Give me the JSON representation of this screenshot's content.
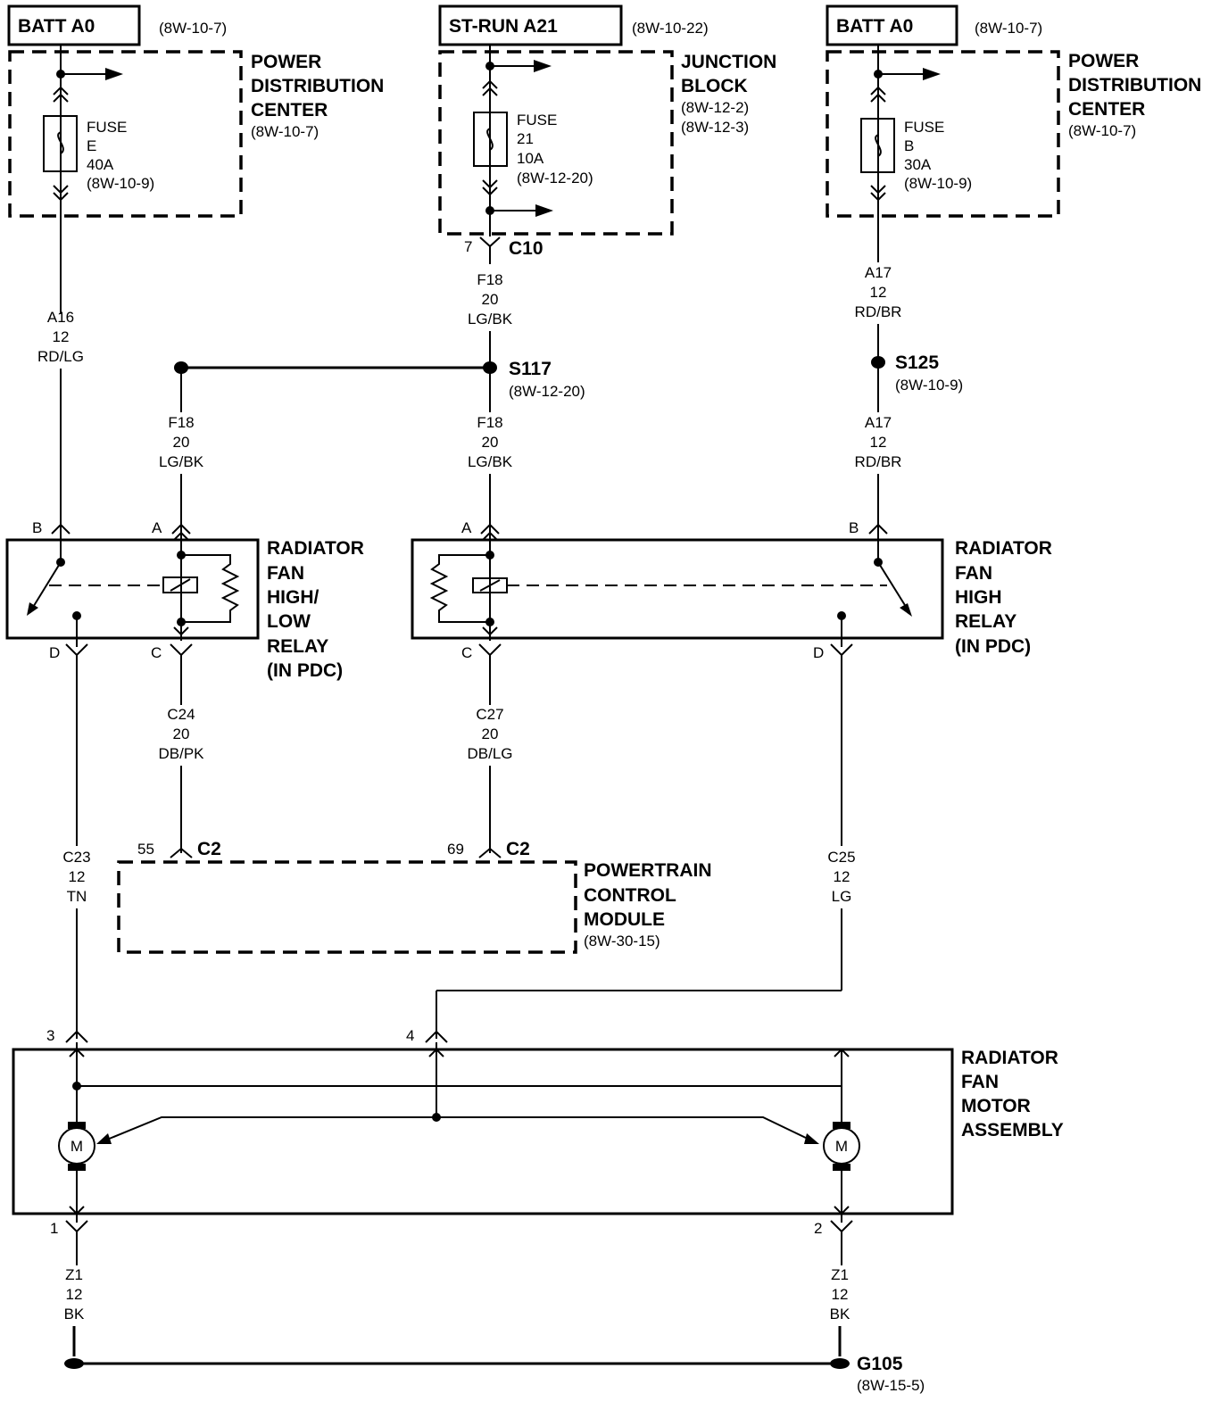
{
  "sources": {
    "left": {
      "label": "BATT A0",
      "ref": "(8W-10-7)"
    },
    "middle": {
      "label": "ST-RUN A21",
      "ref": "(8W-10-22)"
    },
    "right": {
      "label": "BATT A0",
      "ref": "(8W-10-7)"
    }
  },
  "pdc_left": {
    "title": [
      "POWER",
      "DISTRIBUTION",
      "CENTER"
    ],
    "ref": "(8W-10-7)",
    "fuse": [
      "FUSE",
      "E",
      "40A",
      "(8W-10-9)"
    ]
  },
  "junction_block": {
    "title": [
      "JUNCTION",
      "BLOCK"
    ],
    "refs": [
      "(8W-12-2)",
      "(8W-12-3)"
    ],
    "fuse": [
      "FUSE",
      "21",
      "10A",
      "(8W-12-20)"
    ]
  },
  "pdc_right": {
    "title": [
      "POWER",
      "DISTRIBUTION",
      "CENTER"
    ],
    "ref": "(8W-10-7)",
    "fuse": [
      "FUSE",
      "B",
      "30A",
      "(8W-10-9)"
    ]
  },
  "c10": {
    "pin": "7",
    "name": "C10"
  },
  "wires": {
    "a16": [
      "A16",
      "12",
      "RD/LG"
    ],
    "f18_top": [
      "F18",
      "20",
      "LG/BK"
    ],
    "a17_top": [
      "A17",
      "12",
      "RD/BR"
    ],
    "f18_left": [
      "F18",
      "20",
      "LG/BK"
    ],
    "f18_mid": [
      "F18",
      "20",
      "LG/BK"
    ],
    "a17_bot": [
      "A17",
      "12",
      "RD/BR"
    ],
    "c24": [
      "C24",
      "20",
      "DB/PK"
    ],
    "c27": [
      "C27",
      "20",
      "DB/LG"
    ],
    "c23": [
      "C23",
      "12",
      "TN"
    ],
    "c25": [
      "C25",
      "12",
      "LG"
    ],
    "z1_left": [
      "Z1",
      "12",
      "BK"
    ],
    "z1_right": [
      "Z1",
      "12",
      "BK"
    ]
  },
  "splices": {
    "s117": {
      "name": "S117",
      "ref": "(8W-12-20)"
    },
    "s125": {
      "name": "S125",
      "ref": "(8W-10-9)"
    }
  },
  "relay_left": {
    "title": [
      "RADIATOR",
      "FAN",
      "HIGH/",
      "LOW",
      "RELAY",
      "(IN PDC)"
    ],
    "pins": {
      "b": "B",
      "a": "A",
      "d": "D",
      "c": "C"
    }
  },
  "relay_right": {
    "title": [
      "RADIATOR",
      "FAN",
      "HIGH",
      "RELAY",
      "(IN PDC)"
    ],
    "pins": {
      "a": "A",
      "b": "B",
      "c": "C",
      "d": "D"
    }
  },
  "pcm": {
    "title": [
      "POWERTRAIN",
      "CONTROL",
      "MODULE"
    ],
    "ref": "(8W-30-15)",
    "pin_left": "55",
    "pin_right": "69",
    "connector": "C2"
  },
  "fan_motor": {
    "title": [
      "RADIATOR",
      "FAN",
      "MOTOR",
      "ASSEMBLY"
    ],
    "pins": [
      "3",
      "4",
      "1",
      "2"
    ],
    "motor": "M"
  },
  "ground": {
    "name": "G105",
    "ref": "(8W-15-5)"
  }
}
